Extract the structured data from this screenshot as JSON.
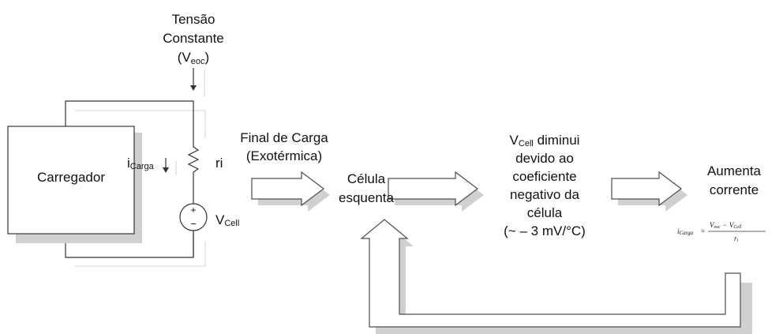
{
  "voltage_source": {
    "line1": "Tensão",
    "line2": "Constante",
    "line3_prefix": "(V",
    "line3_sub": "eoc",
    "line3_suffix": ")"
  },
  "charger": {
    "label": "Carregador"
  },
  "current": {
    "symbol": "i",
    "sub": "Carga"
  },
  "resistor": {
    "label": "ri"
  },
  "cell": {
    "symbol": "V",
    "sub": "Cell",
    "plus": "+",
    "minus": "−"
  },
  "steps": {
    "end_of_charge": {
      "line1": "Final de Carga",
      "line2": "(Exotérmica)"
    },
    "cell_heats": {
      "line1": "Célula",
      "line2": "esquenta"
    },
    "vcell_drops": {
      "line1_symbol": "V",
      "line1_sub": "Cell",
      "line1_rest": " diminui",
      "line2": "devido ao",
      "line3": "coeficiente",
      "line4": "negativo da",
      "line5": "célula",
      "line6": "(~ – 3 mV/°C)"
    },
    "current_rises": {
      "line1": "Aumenta",
      "line2": "corrente"
    }
  },
  "formula": {
    "lhs_symbol": "i",
    "lhs_sub": "Carga",
    "equals": "=",
    "num_a": "V",
    "num_a_sub": "eoc",
    "minus": "−",
    "num_b": "V",
    "num_b_sub": "Cell",
    "den": "r",
    "den_sub": "i"
  },
  "colors": {
    "line": "#333333",
    "arrow_fill": "#ffffff",
    "arrow_stroke": "#4d4d4d",
    "shadow": "#d0d0d0"
  }
}
